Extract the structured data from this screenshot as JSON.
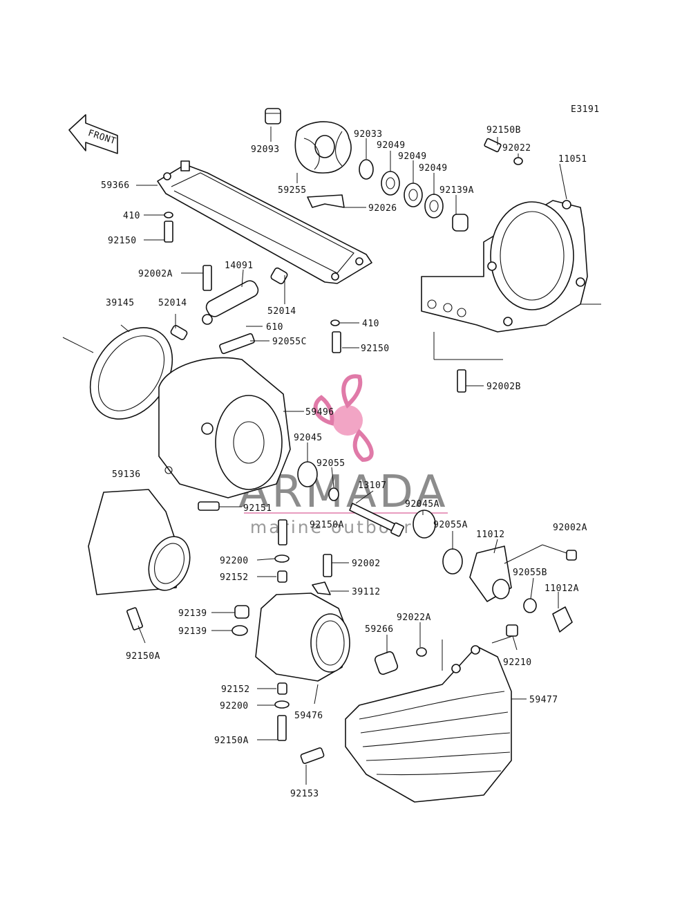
{
  "diagram_code": "E3191",
  "front_label": "FRONT",
  "watermark": {
    "brand": "ARMADA",
    "tagline": "marine outboards",
    "colors": {
      "brand": "#8c8c8c",
      "accent": "#e07aa8",
      "circle": "#f2a5c5"
    }
  },
  "callouts": [
    "92093",
    "92033",
    "92049",
    "92049",
    "92049",
    "92150B",
    "92022",
    "11051",
    "59366",
    "410",
    "92150",
    "59255",
    "92026",
    "92139A",
    "92002A",
    "14091",
    "52014",
    "52014",
    "39145",
    "610",
    "92055C",
    "410",
    "92150",
    "92002B",
    "59496",
    "92045",
    "92055",
    "59136",
    "13107",
    "92045A",
    "92055A",
    "11012",
    "92002A",
    "92151",
    "92150A",
    "92200",
    "92002",
    "92152",
    "39112",
    "92055B",
    "11012A",
    "92139",
    "92139",
    "92150A",
    "59266",
    "92022A",
    "92210",
    "92152",
    "92200",
    "59476",
    "59477",
    "92150A",
    "92153"
  ]
}
